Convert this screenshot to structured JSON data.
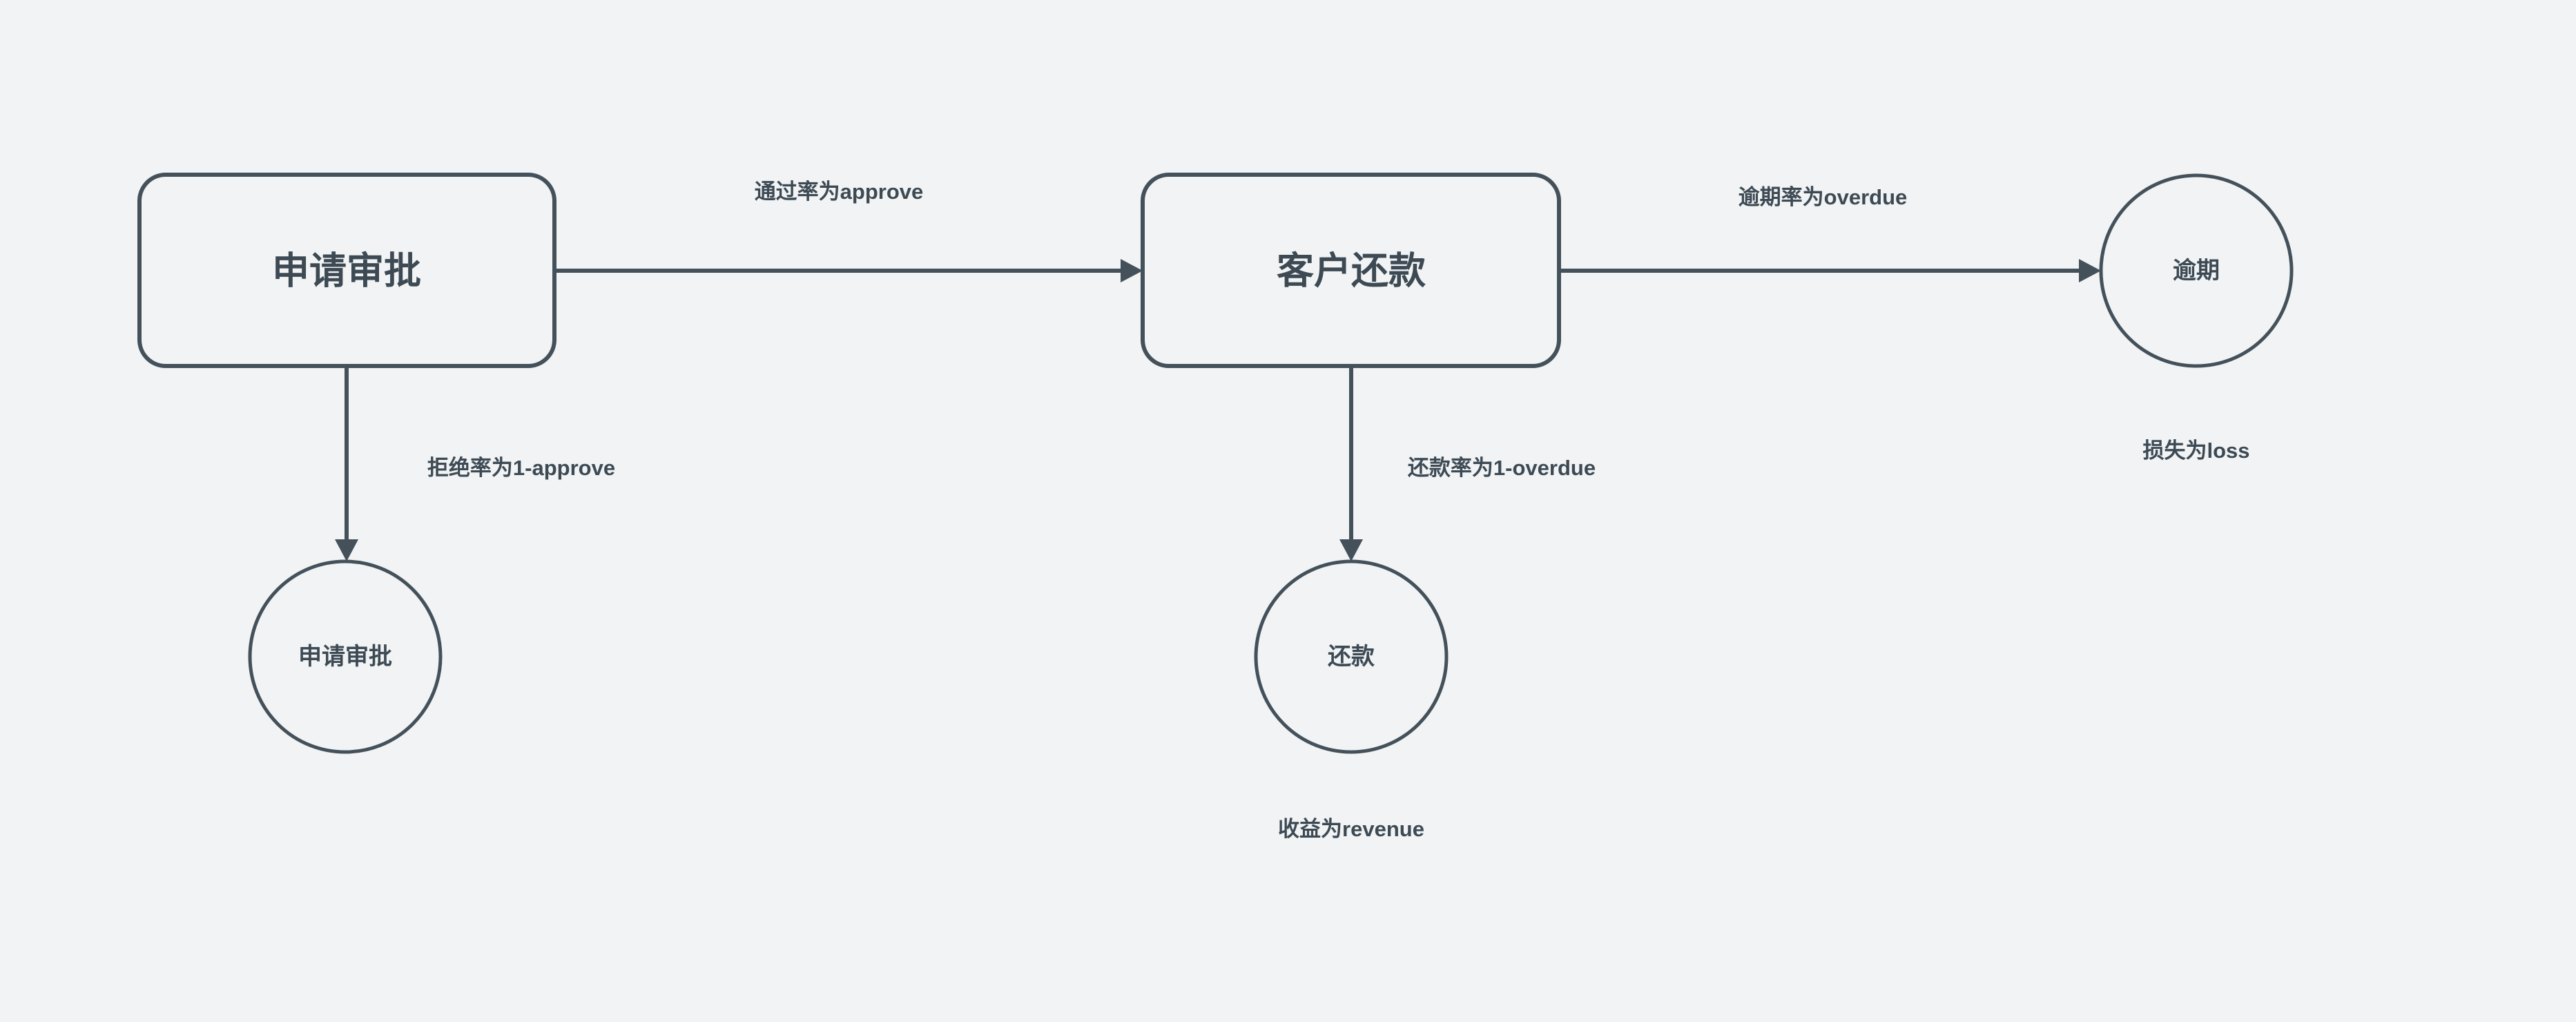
{
  "diagram": {
    "background_color": "#f1f3f4",
    "stroke_color": "#44515b",
    "text_color": "#3d4a54",
    "nodes": {
      "application_review_box": {
        "label": "申请审批",
        "shape": "rounded-rect"
      },
      "customer_repayment_box": {
        "label": "客户还款",
        "shape": "rounded-rect"
      },
      "overdue_circle": {
        "label": "逾期",
        "shape": "circle"
      },
      "application_review_circle": {
        "label": "申请审批",
        "shape": "circle"
      },
      "repayment_circle": {
        "label": "还款",
        "shape": "circle"
      }
    },
    "edges": {
      "approve_edge": {
        "label": "通过率为approve"
      },
      "reject_edge": {
        "label": "拒绝率为1-approve"
      },
      "overdue_edge": {
        "label": "逾期率为overdue"
      },
      "repay_edge": {
        "label": "还款率为1-overdue"
      }
    },
    "outcomes": {
      "loss_note": "损失为loss",
      "revenue_note": "收益为revenue"
    }
  }
}
